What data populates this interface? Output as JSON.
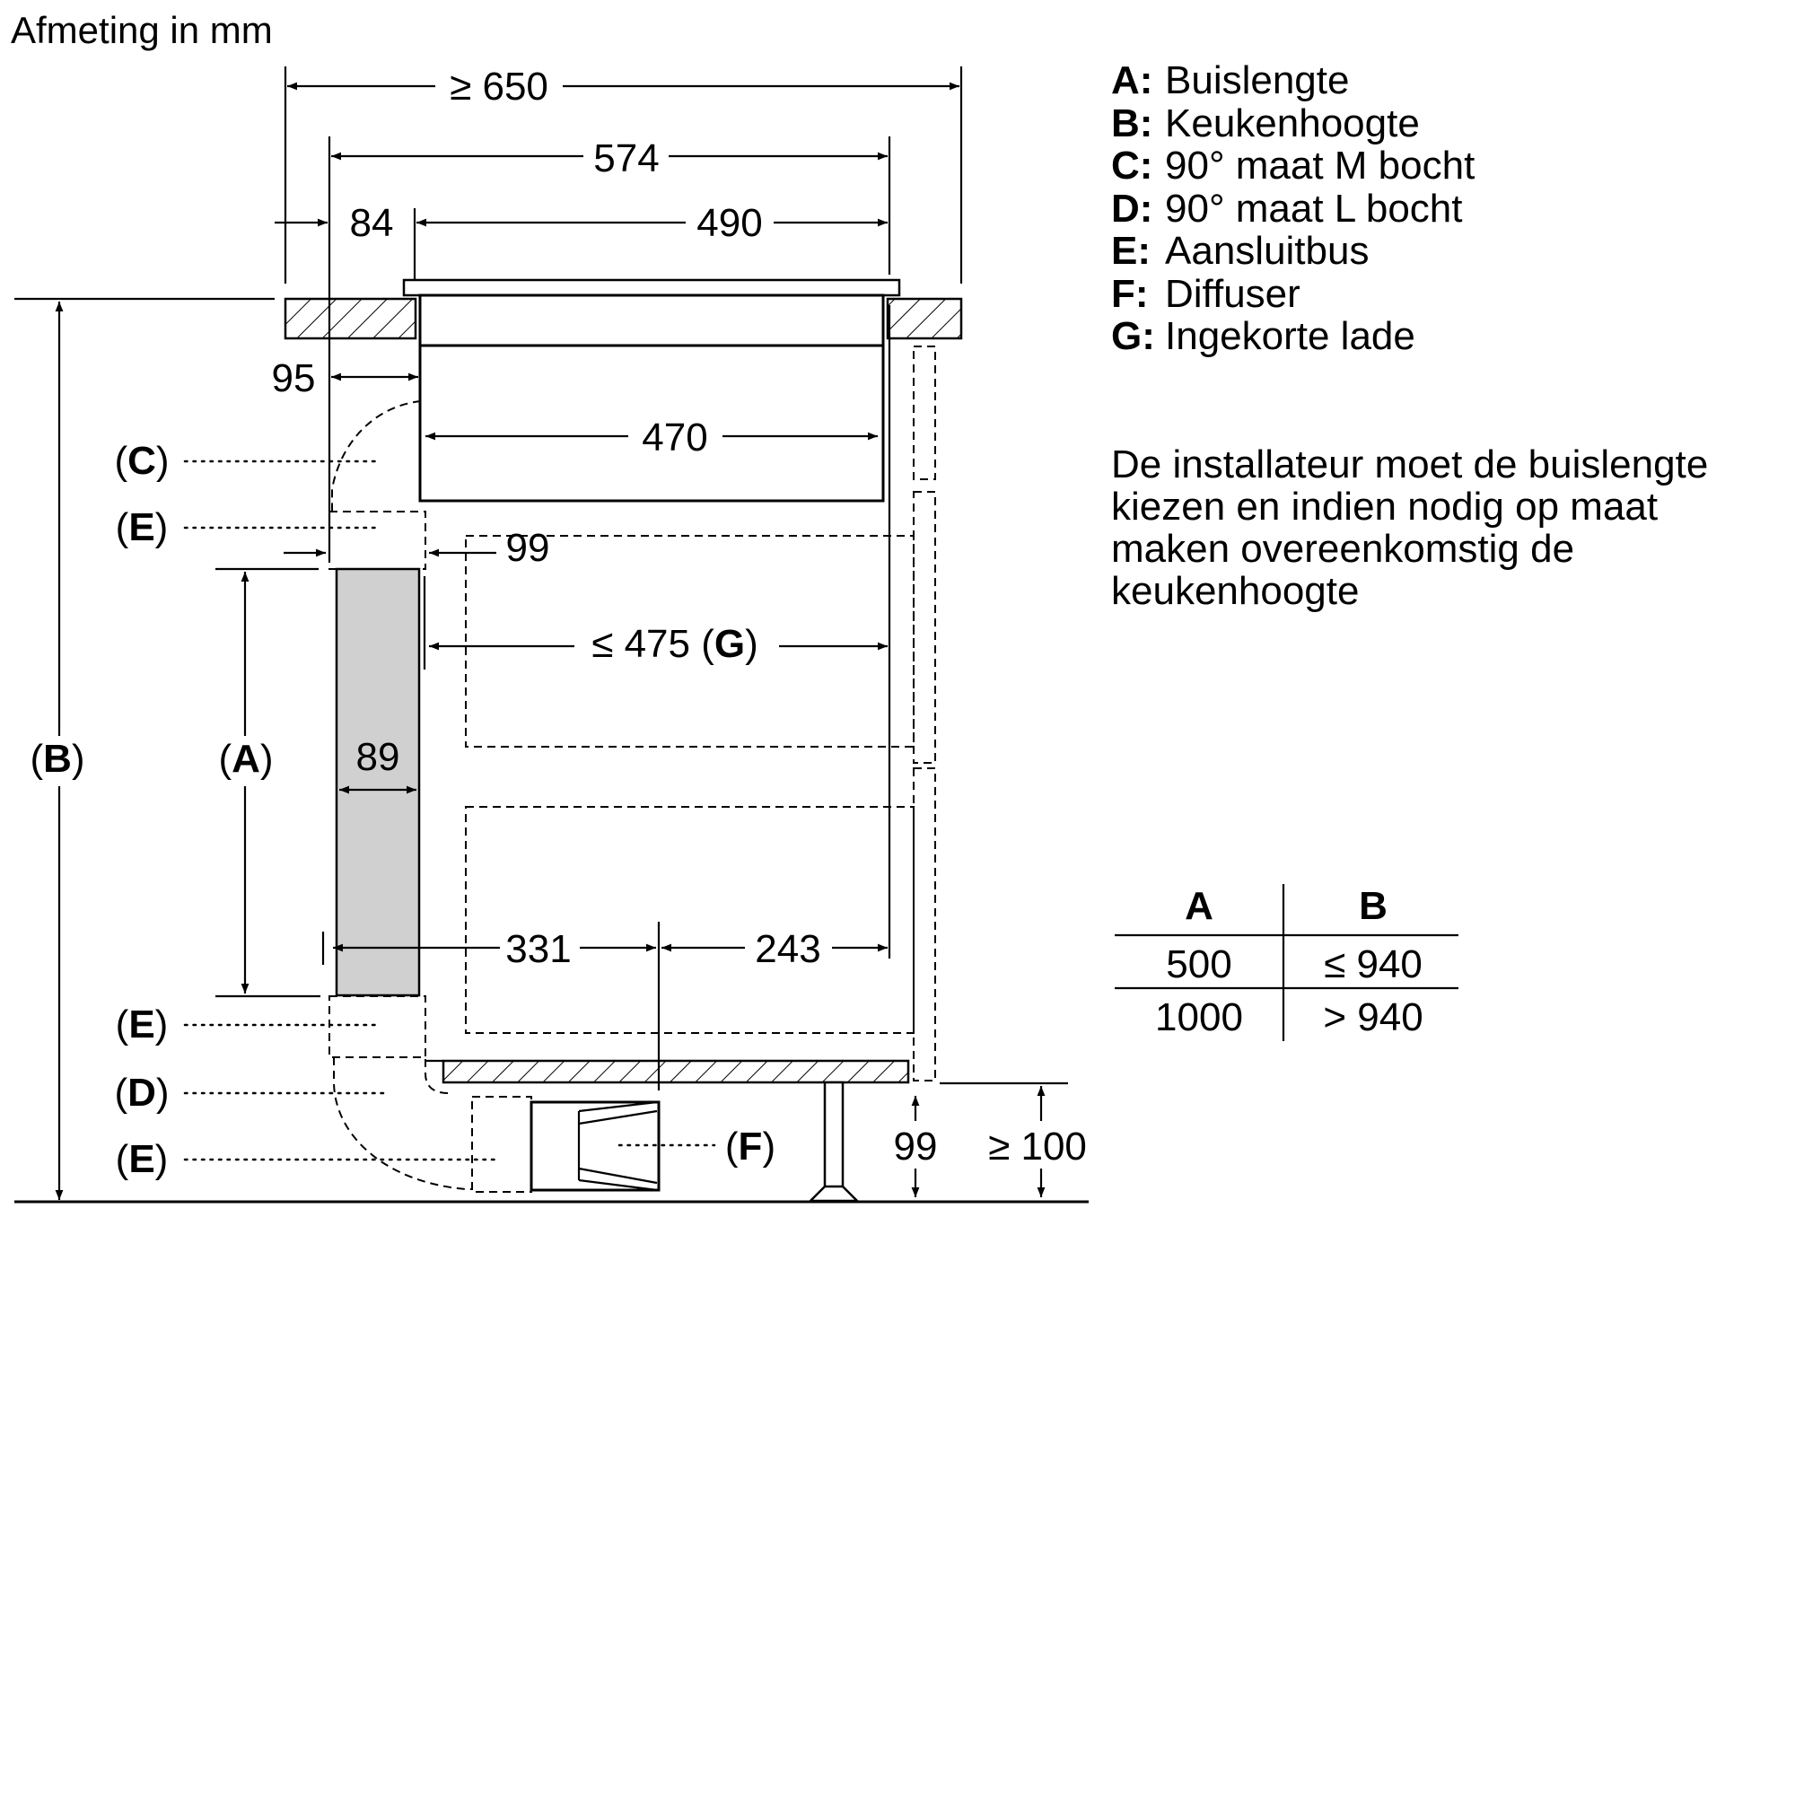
{
  "title": "Afmeting in mm",
  "dimensions": {
    "overall_width": "≥ 650",
    "cooktop_width": "574",
    "inner_left": "84",
    "inner_width": "490",
    "left_gap": "95",
    "unit_width": "470",
    "connector_gap": "99",
    "drawer_depth": "≤ 475",
    "drawer_label": "G",
    "duct_depth": "89",
    "bottom_left": "331",
    "bottom_right": "243",
    "plinth_height": "99",
    "plinth_min": "≥ 100"
  },
  "callouts": {
    "c": "C",
    "e1": "E",
    "b": "B",
    "a": "A",
    "e2": "E",
    "d": "D",
    "e3": "E",
    "f": "F"
  },
  "legend": [
    {
      "key": "A:",
      "text": "Buislengte"
    },
    {
      "key": "B:",
      "text": "Keukenhoogte"
    },
    {
      "key": "C:",
      "text": "90° maat M bocht"
    },
    {
      "key": "D:",
      "text": "90° maat L bocht"
    },
    {
      "key": "E:",
      "text": "Aansluitbus"
    },
    {
      "key": "F:",
      "text": "Diffuser"
    },
    {
      "key": "G:",
      "text": "Ingekorte lade"
    }
  ],
  "note": "De installateur moet de buislengte kiezen en indien nodig op maat maken overeenkomstig de keukenhoogte",
  "table": {
    "headers": [
      "A",
      "B"
    ],
    "rows": [
      [
        "500",
        "≤ 940"
      ],
      [
        "1000",
        "> 940"
      ]
    ]
  }
}
